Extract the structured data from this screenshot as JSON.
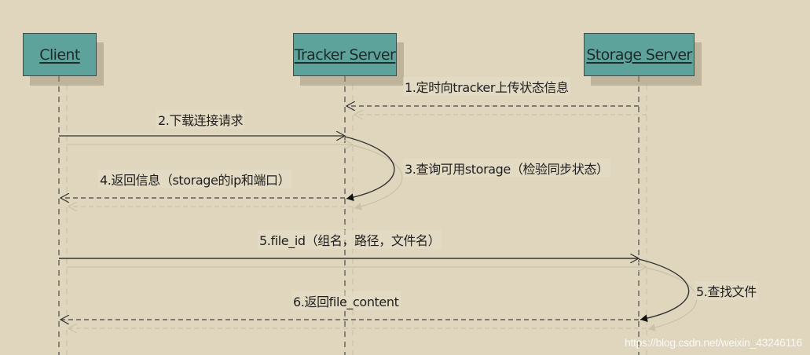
{
  "diagram": {
    "type": "sequence",
    "background_color": "#dfd6bd",
    "actor_color": "#5ea39b",
    "actors": [
      {
        "id": "client",
        "label": "Client"
      },
      {
        "id": "tracker",
        "label": "Tracker Server"
      },
      {
        "id": "storage",
        "label": "Storage Server"
      }
    ],
    "messages": [
      {
        "step": "1",
        "label": "1.定时向tracker上传状态信息",
        "from": "storage",
        "to": "tracker",
        "style": "dashed"
      },
      {
        "step": "2",
        "label": "2.下载连接请求",
        "from": "client",
        "to": "tracker",
        "style": "solid"
      },
      {
        "step": "3",
        "label": "3.查询可用storage（检验同步状态）",
        "from": "tracker",
        "to": "tracker",
        "style": "self"
      },
      {
        "step": "4",
        "label": "4.返回信息（storage的ip和端口）",
        "from": "tracker",
        "to": "client",
        "style": "dashed"
      },
      {
        "step": "5",
        "label": "5.file_id（组名，路径，文件名）",
        "from": "client",
        "to": "storage",
        "style": "solid"
      },
      {
        "step": "5b",
        "label": "5.查找文件",
        "from": "storage",
        "to": "storage",
        "style": "self"
      },
      {
        "step": "6",
        "label": "6.返回file_content",
        "from": "storage",
        "to": "client",
        "style": "dashed"
      }
    ]
  },
  "watermark": "https://blog.csdn.net/weixin_43246116"
}
